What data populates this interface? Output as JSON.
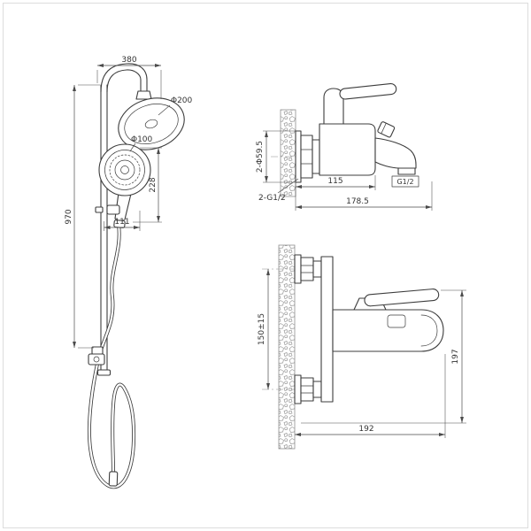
{
  "drawing": {
    "background": "#ffffff",
    "line_color": "#3c3c3c",
    "dim_color": "#4a4a4a",
    "border_color": "#dcdcdc"
  },
  "shower_column": {
    "top_width": "380",
    "height": "970",
    "head_diameter": "Φ200",
    "hand_shower_diameter": "Φ100",
    "head_to_holder": "228",
    "holder_offset": "111"
  },
  "mixer_side_view": {
    "flange_diameter": "2-Φ59.5",
    "inlet_thread": "2-G1/2",
    "body_depth": "115",
    "total_depth": "178.5",
    "outlet_thread": "G1/2"
  },
  "mixer_front_view": {
    "inlet_spacing": "150±15",
    "total_height": "197",
    "projection": "192"
  }
}
